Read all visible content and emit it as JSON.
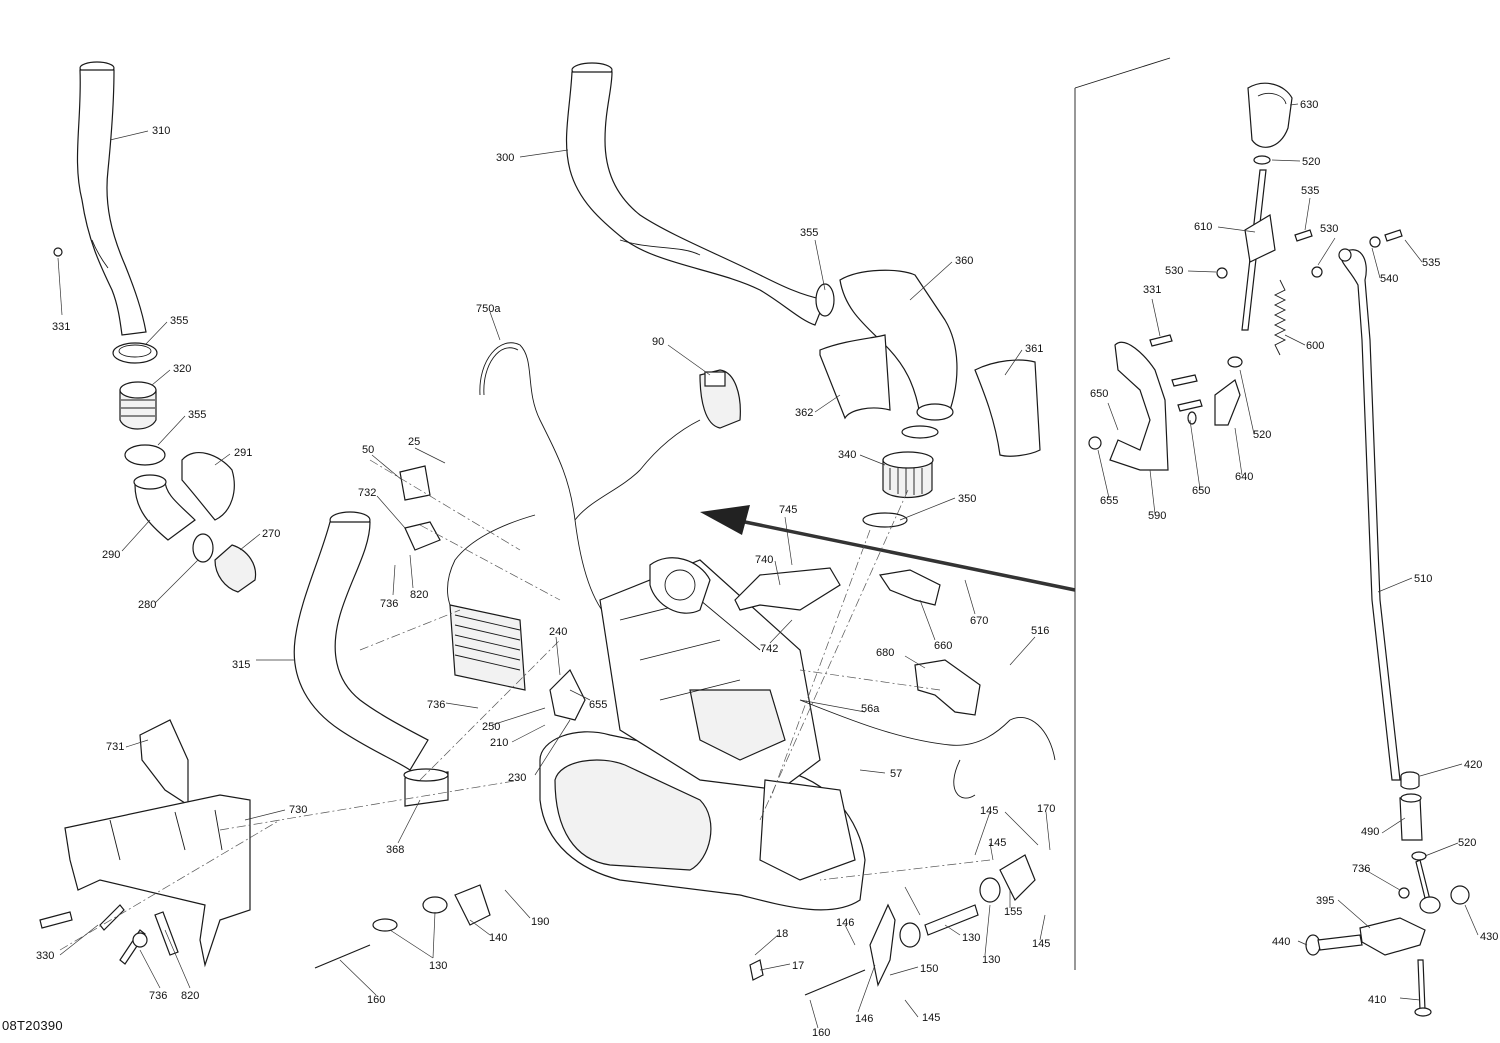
{
  "diagram": {
    "drawing_number": "08T20390",
    "callouts": [
      "310",
      "331",
      "355",
      "320",
      "355",
      "291",
      "290",
      "270",
      "280",
      "300",
      "355",
      "360",
      "361",
      "362",
      "340",
      "350",
      "90",
      "750a",
      "50",
      "25",
      "732",
      "736",
      "820",
      "315",
      "240",
      "736",
      "250",
      "210",
      "230",
      "655",
      "745",
      "740",
      "742",
      "660",
      "670",
      "680",
      "516",
      "56a",
      "57",
      "368",
      "731",
      "730",
      "330",
      "736",
      "820",
      "140",
      "190",
      "130",
      "160",
      "18",
      "17",
      "146",
      "145",
      "170",
      "145",
      "155",
      "145",
      "130",
      "130",
      "150",
      "146",
      "145",
      "160",
      "630",
      "520",
      "535",
      "610",
      "530",
      "530",
      "535",
      "540",
      "331",
      "600",
      "650",
      "520",
      "640",
      "655",
      "590",
      "650",
      "510",
      "420",
      "490",
      "520",
      "736",
      "395",
      "430",
      "440",
      "410"
    ]
  }
}
